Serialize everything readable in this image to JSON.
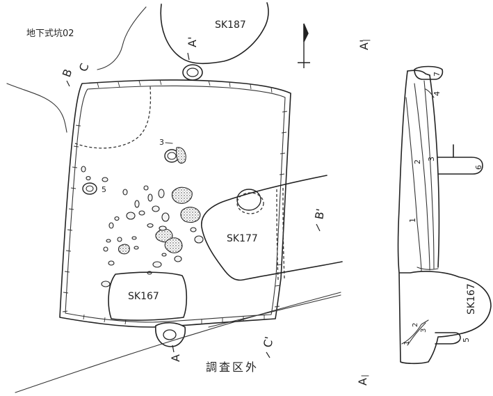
{
  "title": "地下式坑02",
  "outside_area_label": "調査区外",
  "features": {
    "sk187": "SK187",
    "sk177": "SK177",
    "sk167": "SK167",
    "section_sk167": "SK167"
  },
  "section_markers": {
    "a_prime_plan": "A'",
    "a_plan": "A",
    "b_plan": "B",
    "b_prime_plan": "B'",
    "c_plan": "C",
    "c_prime_plan": "C'",
    "a_prime_section": "A'",
    "a_section": "A"
  },
  "plan_numbers": {
    "n3": "3",
    "n5": "5"
  },
  "layer_numbers": {
    "l1": "1",
    "l2": "2",
    "l3": "3",
    "l4": "4",
    "l5": "5",
    "l6": "6",
    "l7": "7",
    "l1b": "1",
    "l2b": "2",
    "l3b": "3"
  },
  "icons": [
    "north-arrow-icon"
  ]
}
